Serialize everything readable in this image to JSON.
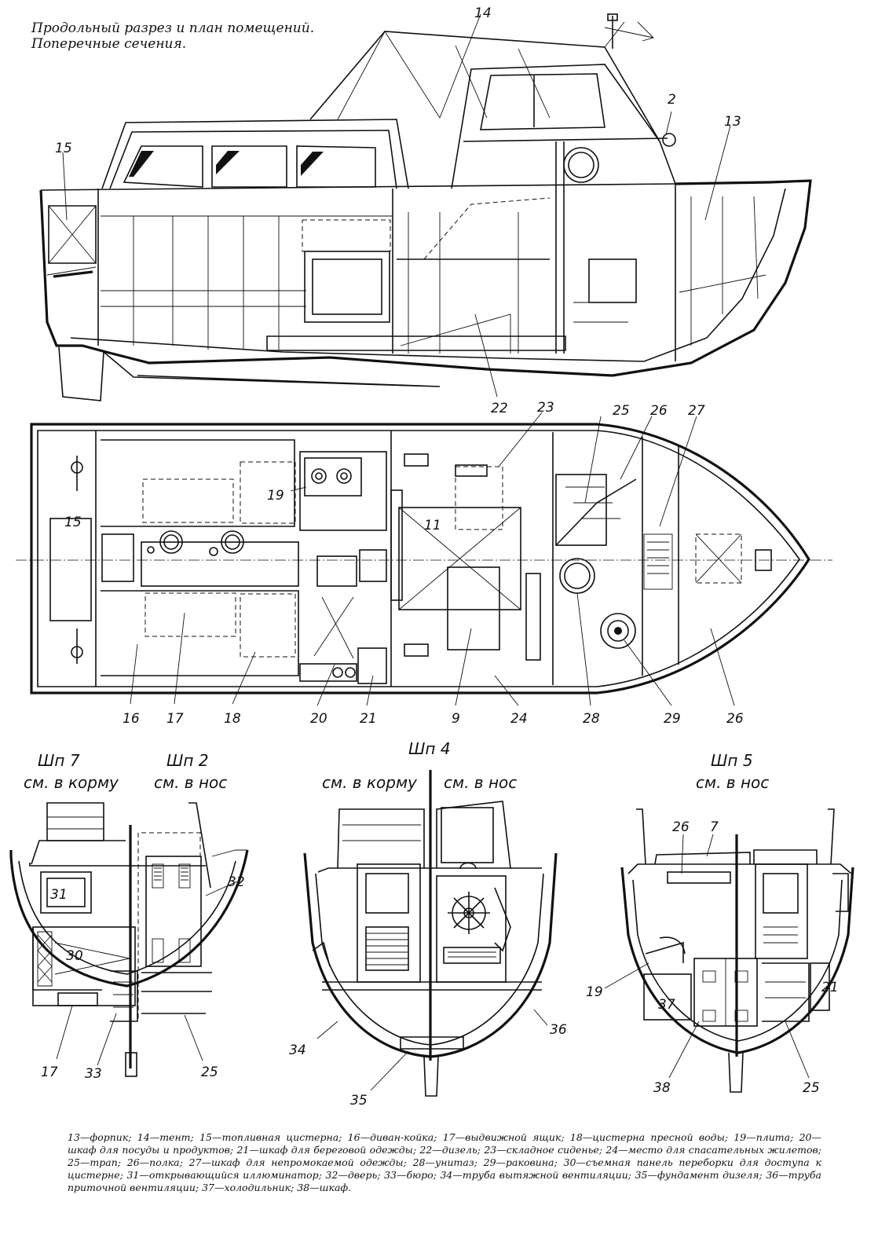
{
  "title": {
    "line1": "Продольный разрез и план помещений.",
    "line2": "Поперечные сечения."
  },
  "section_labels": {
    "sp7": "Шп 7",
    "sp7_dir": "см. в корму",
    "sp2": "Шп 2",
    "sp2_dir": "см. в нос",
    "sp4": "Шп 4",
    "sp4_dir_aft": "см. в корму",
    "sp4_dir_fwd": "см. в нос",
    "sp5": "Шп 5",
    "sp5_dir": "см. в нос"
  },
  "profile_callouts": [
    "14",
    "2",
    "13",
    "15",
    "22"
  ],
  "plan_callouts": [
    "23",
    "25",
    "26",
    "27",
    "19",
    "11",
    "15",
    "16",
    "17",
    "18",
    "20",
    "21",
    "9",
    "24",
    "28",
    "29",
    "26"
  ],
  "section_callouts": [
    "31",
    "32",
    "30",
    "17",
    "33",
    "25",
    "34",
    "36",
    "35",
    "26",
    "7",
    "19",
    "37",
    "21",
    "38",
    "25"
  ],
  "legend": [
    {
      "n": "13",
      "t": "форпик;"
    },
    {
      "n": "14",
      "t": "тент;"
    },
    {
      "n": "15",
      "t": "топливная цистерна;"
    },
    {
      "n": "16",
      "t": "диван-койка;"
    },
    {
      "n": "17",
      "t": "выдвижной ящик;"
    },
    {
      "n": "18",
      "t": "цистерна пресной воды;"
    },
    {
      "n": "19",
      "t": "плита;"
    },
    {
      "n": "20",
      "t": "шкаф для посуды и продуктов;"
    },
    {
      "n": "21",
      "t": "шкаф для береговой одежды;"
    },
    {
      "n": "22",
      "t": "дизель;"
    },
    {
      "n": "23",
      "t": "складное сиденье;"
    },
    {
      "n": "24",
      "t": "место для спасательных жилетов;"
    },
    {
      "n": "25",
      "t": "трап;"
    },
    {
      "n": "26",
      "t": "полка;"
    },
    {
      "n": "27",
      "t": "шкаф для непромокаемой одежды;"
    },
    {
      "n": "28",
      "t": "унитаз;"
    },
    {
      "n": "29",
      "t": "раковина;"
    },
    {
      "n": "30",
      "t": "съемная панель переборки для доступа к цистерне;"
    },
    {
      "n": "31",
      "t": "открывающийся иллюминатор;"
    },
    {
      "n": "32",
      "t": "дверь;"
    },
    {
      "n": "33",
      "t": "бюро;"
    },
    {
      "n": "34",
      "t": "труба вытяжной вентиляции;"
    },
    {
      "n": "35",
      "t": "фундамент дизеля;"
    },
    {
      "n": "36",
      "t": "труба приточной вентиляции;"
    },
    {
      "n": "37",
      "t": "холодильник;"
    },
    {
      "n": "38",
      "t": "шкаф."
    }
  ]
}
